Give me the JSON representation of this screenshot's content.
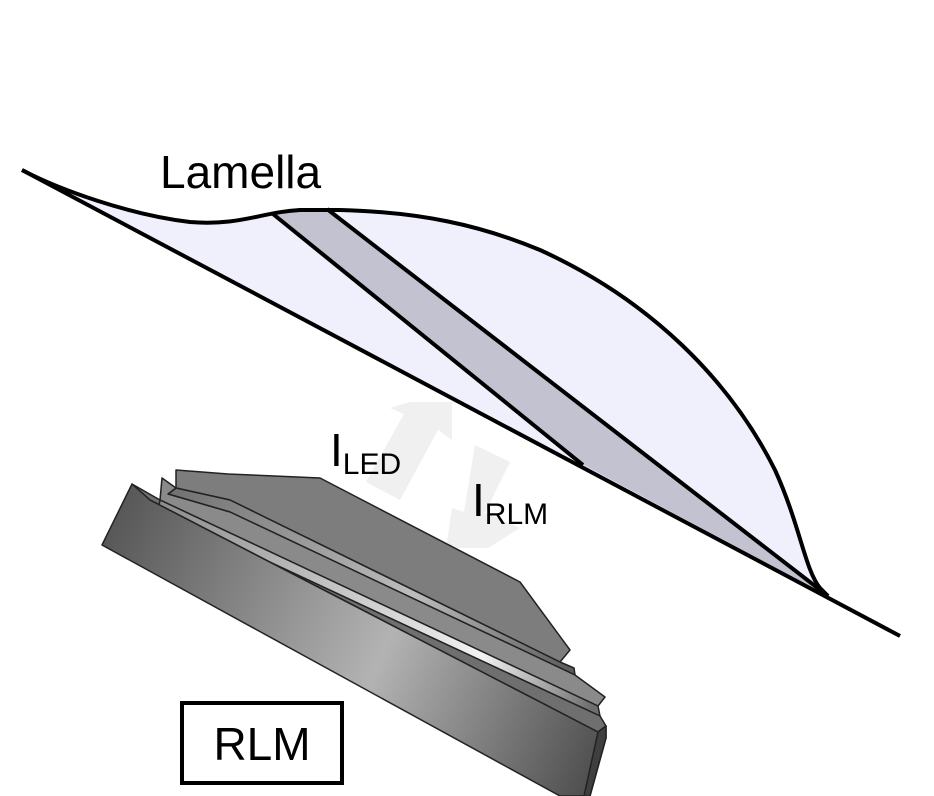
{
  "labels": {
    "lamella": "Lamella",
    "i_led_main": "I",
    "i_led_sub": "LED",
    "i_rlm_main": "I",
    "i_rlm_sub": "RLM",
    "rlm_box": "RLM"
  },
  "colors": {
    "lamella_fill": "#f0f0fd",
    "milled_band_fill": "#c3c2d0",
    "outline": "#000000",
    "arrow_fill": "#f0f0f0",
    "rlm_dark": "#555555",
    "rlm_mid": "#8a8a8a",
    "rlm_light": "#dddddd",
    "rlm_top": "#7d7d7d",
    "background": "#ffffff"
  }
}
